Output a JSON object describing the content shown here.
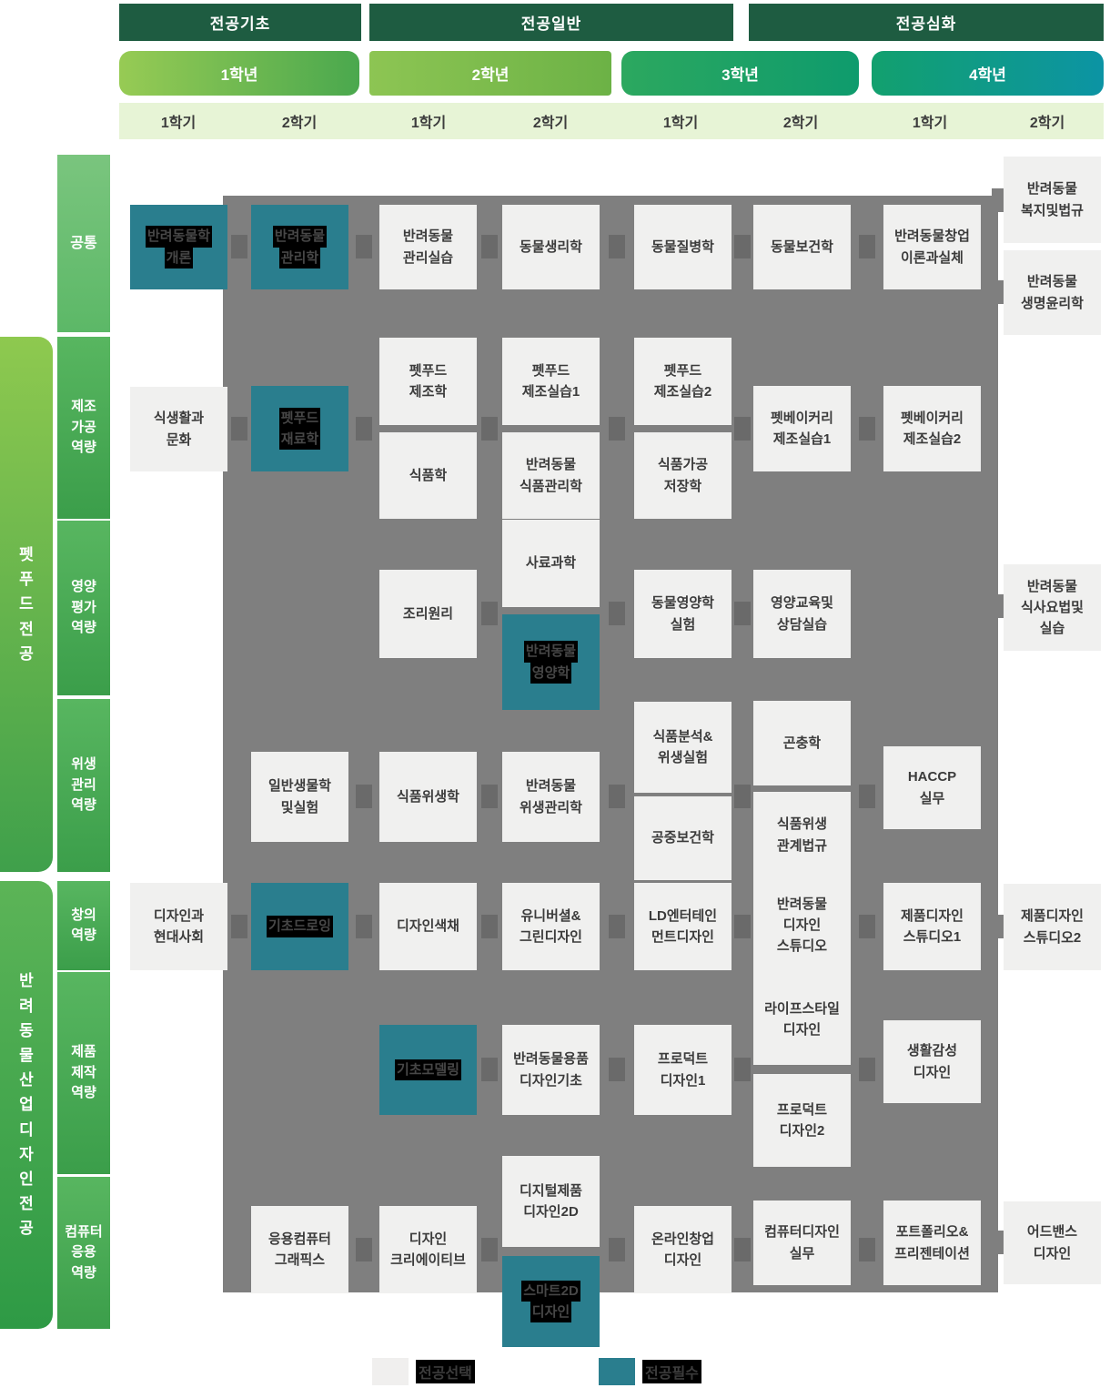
{
  "header": {
    "phases": [
      {
        "label": "전공기초"
      },
      {
        "label": "전공일반"
      },
      {
        "label": "전공심화"
      }
    ],
    "years": [
      {
        "label": "1학년"
      },
      {
        "label": "2학년"
      },
      {
        "label": "3학년"
      },
      {
        "label": "4학년"
      }
    ],
    "semesters": [
      "1학기",
      "2학기",
      "1학기",
      "2학기",
      "1학기",
      "2학기",
      "1학기",
      "2학기"
    ]
  },
  "sidebar": {
    "common": {
      "label": "공통"
    },
    "majors": [
      {
        "name": "펫푸드전공",
        "categories": [
          {
            "label": "제조\n가공\n역량"
          },
          {
            "label": "영양\n평가\n역량"
          },
          {
            "label": "위생\n관리\n역량"
          }
        ]
      },
      {
        "name": "반려동물산업디자인전공",
        "categories": [
          {
            "label": "창의\n역량"
          },
          {
            "label": "제품\n제작\n역량"
          },
          {
            "label": "컴퓨터\n응용\n역량"
          }
        ]
      }
    ]
  },
  "courses": [
    {
      "label": "반려동물학\n개론",
      "col": 1,
      "slot": "common.mid",
      "required": true
    },
    {
      "label": "반려동물\n관리학",
      "col": 2,
      "slot": "common.mid",
      "required": true
    },
    {
      "label": "반려동물\n관리실습",
      "col": 3,
      "slot": "common.mid",
      "required": false
    },
    {
      "label": "동물생리학",
      "col": 4,
      "slot": "common.mid",
      "required": false
    },
    {
      "label": "동물질병학",
      "col": 5,
      "slot": "common.mid",
      "required": false
    },
    {
      "label": "동물보건학",
      "col": 6,
      "slot": "common.mid",
      "required": false
    },
    {
      "label": "반려동물창업\n이론과실체",
      "col": 7,
      "slot": "common.mid",
      "required": false
    },
    {
      "label": "반려동물\n복지및법규",
      "col": 8,
      "slot": "common.c8top",
      "required": false
    },
    {
      "label": "반려동물\n생명윤리학",
      "col": 8,
      "slot": "common.c8bot",
      "required": false
    },
    {
      "label": "식생활과\n문화",
      "col": 1,
      "slot": "mfg.c1",
      "required": false
    },
    {
      "label": "펫푸드\n재료학",
      "col": 2,
      "slot": "mfg.mid",
      "required": true
    },
    {
      "label": "펫푸드\n제조학",
      "col": 3,
      "slot": "mfg.top",
      "required": false
    },
    {
      "label": "식품학",
      "col": 3,
      "slot": "mfg.bot",
      "required": false
    },
    {
      "label": "펫푸드\n제조실습1",
      "col": 4,
      "slot": "mfg.top",
      "required": false
    },
    {
      "label": "반려동물\n식품관리학",
      "col": 4,
      "slot": "mfg.bot",
      "required": false
    },
    {
      "label": "펫푸드\n제조실습2",
      "col": 5,
      "slot": "mfg.top",
      "required": false
    },
    {
      "label": "식품가공\n저장학",
      "col": 5,
      "slot": "mfg.bot",
      "required": false
    },
    {
      "label": "펫베이커리\n제조실습1",
      "col": 6,
      "slot": "mfg.mid",
      "required": false
    },
    {
      "label": "펫베이커리\n제조실습2",
      "col": 7,
      "slot": "mfg.mid",
      "required": false
    },
    {
      "label": "조리원리",
      "col": 3,
      "slot": "nutri.mid",
      "required": false
    },
    {
      "label": "사료과학",
      "col": 4,
      "slot": "nutri.top",
      "required": false
    },
    {
      "label": "반려동물\n영양학",
      "col": 4,
      "slot": "nutri.teal",
      "required": true
    },
    {
      "label": "동물영양학\n실험",
      "col": 5,
      "slot": "nutri.mid",
      "required": false
    },
    {
      "label": "영양교육및\n상담실습",
      "col": 6,
      "slot": "nutri.mid",
      "required": false
    },
    {
      "label": "반려동물\n식사요법및\n실습",
      "col": 8,
      "slot": "nutri.c8",
      "required": false
    },
    {
      "label": "일반생물학\n및실험",
      "col": 2,
      "slot": "hyg.mid",
      "required": false
    },
    {
      "label": "식품위생학",
      "col": 3,
      "slot": "hyg.mid",
      "required": false
    },
    {
      "label": "반려동물\n위생관리학",
      "col": 4,
      "slot": "hyg.mid",
      "required": false
    },
    {
      "label": "식품분석&\n위생실험",
      "col": 5,
      "slot": "hyg.topA",
      "required": false
    },
    {
      "label": "공중보건학",
      "col": 5,
      "slot": "hyg.botA",
      "required": false
    },
    {
      "label": "곤충학",
      "col": 6,
      "slot": "hyg.topB",
      "required": false
    },
    {
      "label": "식품위생\n관계법규",
      "col": 6,
      "slot": "hyg.botB",
      "required": false
    },
    {
      "label": "HACCP\n실무",
      "col": 7,
      "slot": "hyg.c7",
      "required": false
    },
    {
      "label": "디자인과\n현대사회",
      "col": 1,
      "slot": "cre.mid",
      "required": false
    },
    {
      "label": "기초드로잉",
      "col": 2,
      "slot": "cre.mid",
      "required": true
    },
    {
      "label": "디자인색채",
      "col": 3,
      "slot": "cre.mid",
      "required": false
    },
    {
      "label": "유니버셜&\n그린디자인",
      "col": 4,
      "slot": "cre.mid",
      "required": false
    },
    {
      "label": "LD엔터테인\n먼트디자인",
      "col": 5,
      "slot": "cre.mid",
      "required": false
    },
    {
      "label": "반려동물\n디자인\n스튜디오",
      "col": 6,
      "slot": "cre.tall",
      "required": false
    },
    {
      "label": "제품디자인\n스튜디오1",
      "col": 7,
      "slot": "cre.mid",
      "required": false
    },
    {
      "label": "제품디자인\n스튜디오2",
      "col": 8,
      "slot": "cre.c8",
      "required": false
    },
    {
      "label": "기초모델링",
      "col": 3,
      "slot": "prod.mid",
      "required": true
    },
    {
      "label": "반려동물용품\n디자인기초",
      "col": 4,
      "slot": "prod.mid",
      "required": false
    },
    {
      "label": "프로덕트\n디자인1",
      "col": 5,
      "slot": "prod.mid",
      "required": false
    },
    {
      "label": "라이프스타일\n디자인",
      "col": 6,
      "slot": "prod.top",
      "required": false
    },
    {
      "label": "프로덕트\n디자인2",
      "col": 6,
      "slot": "prod.bot",
      "required": false
    },
    {
      "label": "생활감성\n디자인",
      "col": 7,
      "slot": "prod.c7",
      "required": false
    },
    {
      "label": "응용컴퓨터\n그래픽스",
      "col": 2,
      "slot": "comp.mid",
      "required": false
    },
    {
      "label": "디자인\n크리에이티브",
      "col": 3,
      "slot": "comp.mid",
      "required": false
    },
    {
      "label": "디지털제품\n디자인2D",
      "col": 4,
      "slot": "comp.top",
      "required": false
    },
    {
      "label": "스마트2D\n디자인",
      "col": 4,
      "slot": "comp.teal",
      "required": true
    },
    {
      "label": "온라인창업\n디자인",
      "col": 5,
      "slot": "comp.mid",
      "required": false
    },
    {
      "label": "컴퓨터디자인\n실무",
      "col": 6,
      "slot": "comp.late",
      "required": false
    },
    {
      "label": "포트폴리오&\n프리젠테이션",
      "col": 7,
      "slot": "comp.late",
      "required": false
    },
    {
      "label": "어드밴스\n디자인",
      "col": 8,
      "slot": "comp.c8",
      "required": false
    }
  ],
  "legend": {
    "elective": "전공선택",
    "required": "전공필수"
  },
  "colors": {
    "required_teal": "#2a7e8e",
    "elective_bg": "#f0f0ef",
    "grid_bg": "#7f7f7f",
    "phase_green": "#1e5c41",
    "semester_strip": "#e7f4d6"
  }
}
